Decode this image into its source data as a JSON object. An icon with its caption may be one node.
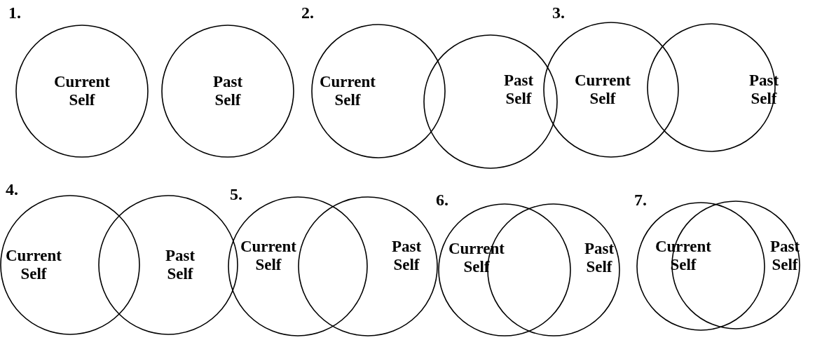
{
  "diagram": {
    "nodes": [
      {
        "text": [
          "Current Self"
        ]
      },
      {
        "text": [
          "Past Self"
        ]
      },
      {
        "text": [
          "Current Self"
        ]
      },
      {
        "text": [
          "Past Self"
        ]
      },
      {
        "text": [
          "Current Self"
        ]
      },
      {
        "text": [
          "Past Self"
        ]
      },
      {
        "text": [
          "Current Self"
        ]
      },
      {
        "text": [
          "Past Self"
        ]
      },
      {
        "text": [
          "Current Self"
        ]
      },
      {
        "text": [
          "Past Self"
        ]
      },
      {
        "text": [
          "Current Self"
        ]
      },
      {
        "text": [
          "Past Self"
        ]
      },
      {
        "text": [
          "Current Self"
        ]
      },
      {
        "text": [
          "Past Self"
        ]
      }
    ],
    "labels": [
      "1.",
      "2.",
      "3.",
      "4.",
      "5.",
      "6.",
      "7."
    ]
  }
}
